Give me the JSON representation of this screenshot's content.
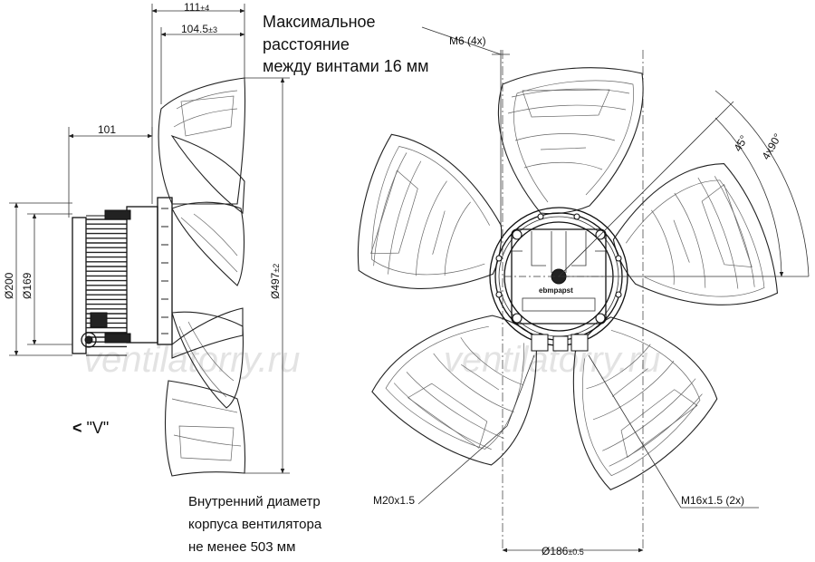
{
  "dimensions": {
    "width_total": "111",
    "width_total_tol": "±4",
    "width_inner": "104.5",
    "width_inner_tol": "±3",
    "motor_depth": "101",
    "diameter_200": "Ø200",
    "diameter_169": "Ø169",
    "diameter_497": "Ø497",
    "diameter_497_tol": "±2",
    "diameter_186": "Ø186",
    "diameter_186_tol": "±0.5",
    "thread_m6": "M6 (4x)",
    "thread_m20": "M20x1.5",
    "thread_m16": "M16x1.5 (2x)",
    "angle_45": "45°",
    "angle_4x90": "4x90°"
  },
  "notes": {
    "screw_distance_line1": "Максимальное",
    "screw_distance_line2": "расстояние",
    "screw_distance_line3": "между винтами 16 мм",
    "housing_line1": "Внутренний диаметр",
    "housing_line2": "корпуса вентилятора",
    "housing_line3": "не менее 503 мм",
    "view_label": "\"V\""
  },
  "branding": {
    "hub_logo": "ebmpapst",
    "watermark": "ventilatorry.ru"
  }
}
